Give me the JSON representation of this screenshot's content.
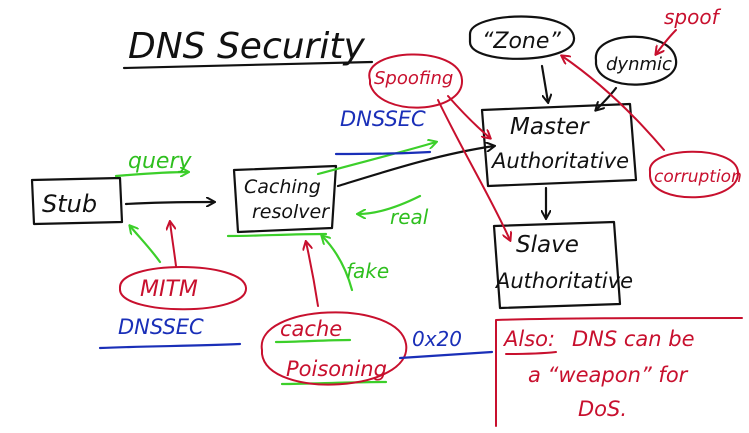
{
  "title": "DNS Security",
  "nodes": {
    "stub": "Stub",
    "caching_resolver_line1": "Caching",
    "caching_resolver_line2": "resolver",
    "master_line1": "Master",
    "master_line2": "Authoritative",
    "slave_line1": "Slave",
    "slave_line2": "Authoritative",
    "zone": "“Zone”",
    "dynamic": "dynmic"
  },
  "labels": {
    "query": "query",
    "real": "real",
    "fake": "fake",
    "spoofing": "Spoofing",
    "mitm": "MITM",
    "cache_line1": "cache",
    "cache_line2": "Poisoning",
    "corruption": "corruption",
    "spoof": "spoof",
    "dnssec_top": "DNSSEC",
    "dnssec_bottom": "DNSSEC",
    "ox20": "0x20"
  },
  "note": {
    "also": "Also:",
    "line1_rest": "DNS can be",
    "line2": "a “weapon” for",
    "line3": "DoS."
  },
  "colors": {
    "black": "#111111",
    "red": "#c8102e",
    "green": "#3ccf2a",
    "blue": "#1a2fb8"
  }
}
